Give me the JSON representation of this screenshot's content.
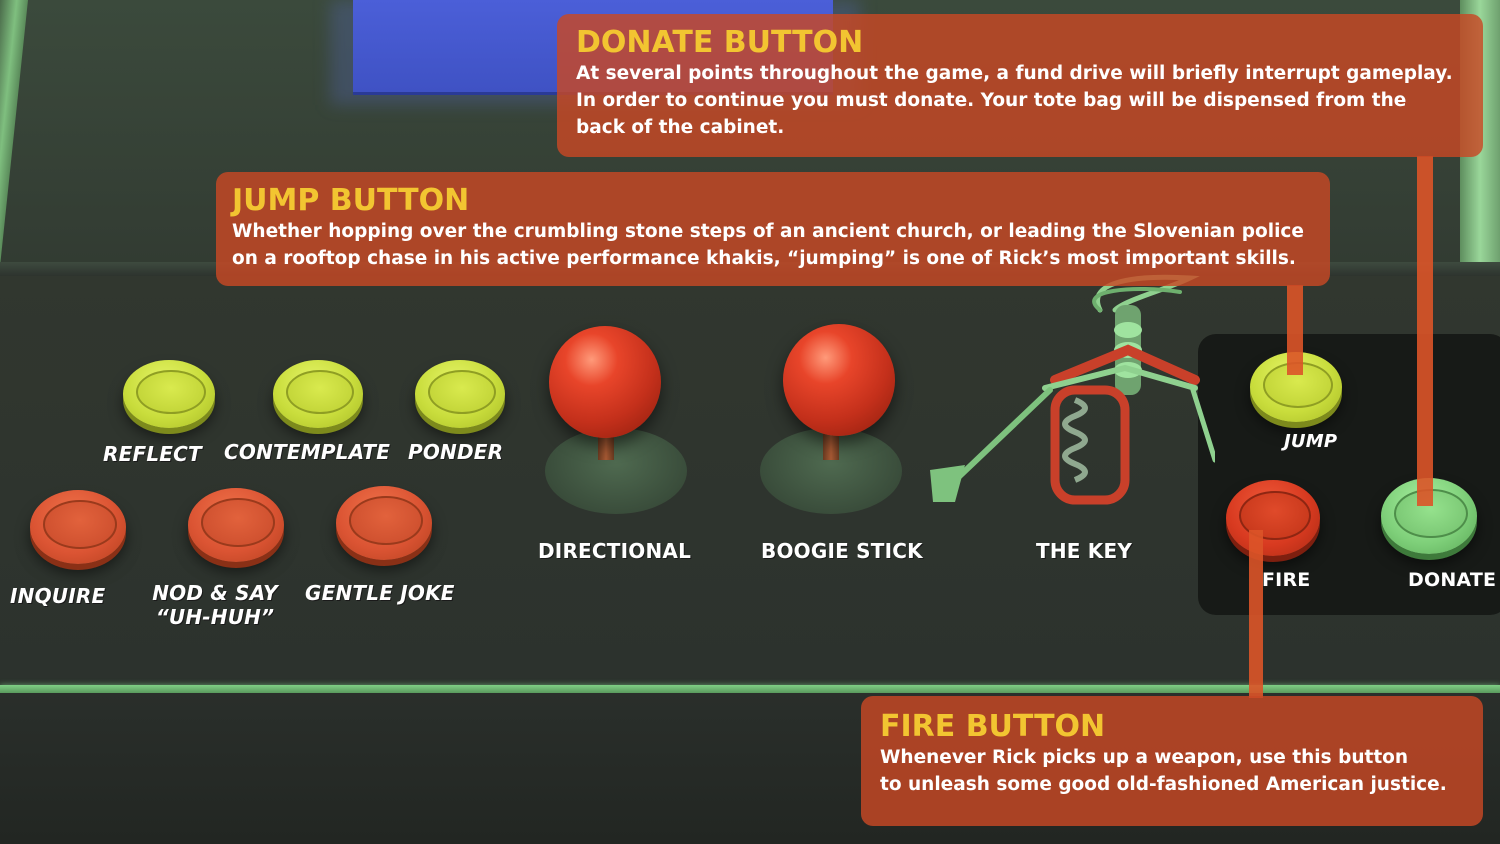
{
  "callouts": {
    "donate": {
      "title": "DONATE BUTTON",
      "lines": [
        "At several points throughout the game,  a fund drive will briefly interrupt gameplay.",
        "In order to continue you must donate.  Your tote bag will be dispensed from the",
        "back of the cabinet."
      ]
    },
    "jump": {
      "title": "JUMP BUTTON",
      "lines": [
        "Whether hopping over the crumbling stone steps of an ancient church, or leading the Slovenian police",
        "on a rooftop chase in his active performance khakis, “jumping” is one of Rick’s most important skills."
      ]
    },
    "fire": {
      "title": "FIRE BUTTON",
      "lines": [
        "Whenever Rick picks up a weapon, use this button",
        "to unleash some good old-fashioned American justice."
      ]
    }
  },
  "controls": {
    "reflect": "REFLECT",
    "contemplate": "CONTEMPLATE",
    "ponder": "PONDER",
    "inquire": "INQUIRE",
    "nod_line1": "NOD & SAY",
    "nod_line2": "“UH-HUH”",
    "gentle_joke": "GENTLE JOKE",
    "directional": "DIRECTIONAL",
    "boogie_stick": "BOOGIE STICK",
    "the_key": "THE KEY",
    "jump": "JUMP",
    "fire": "FIRE",
    "donate": "DONATE"
  },
  "colors": {
    "callout_bg": "#c84824",
    "callout_title": "#f2c531",
    "button_yellow": "#c9dd3c",
    "button_orange": "#db5433",
    "button_red": "#d83a20",
    "button_green": "#7fd07a",
    "rail_green": "#7fcf86"
  },
  "icons": [
    "corkscrew-key-icon"
  ]
}
